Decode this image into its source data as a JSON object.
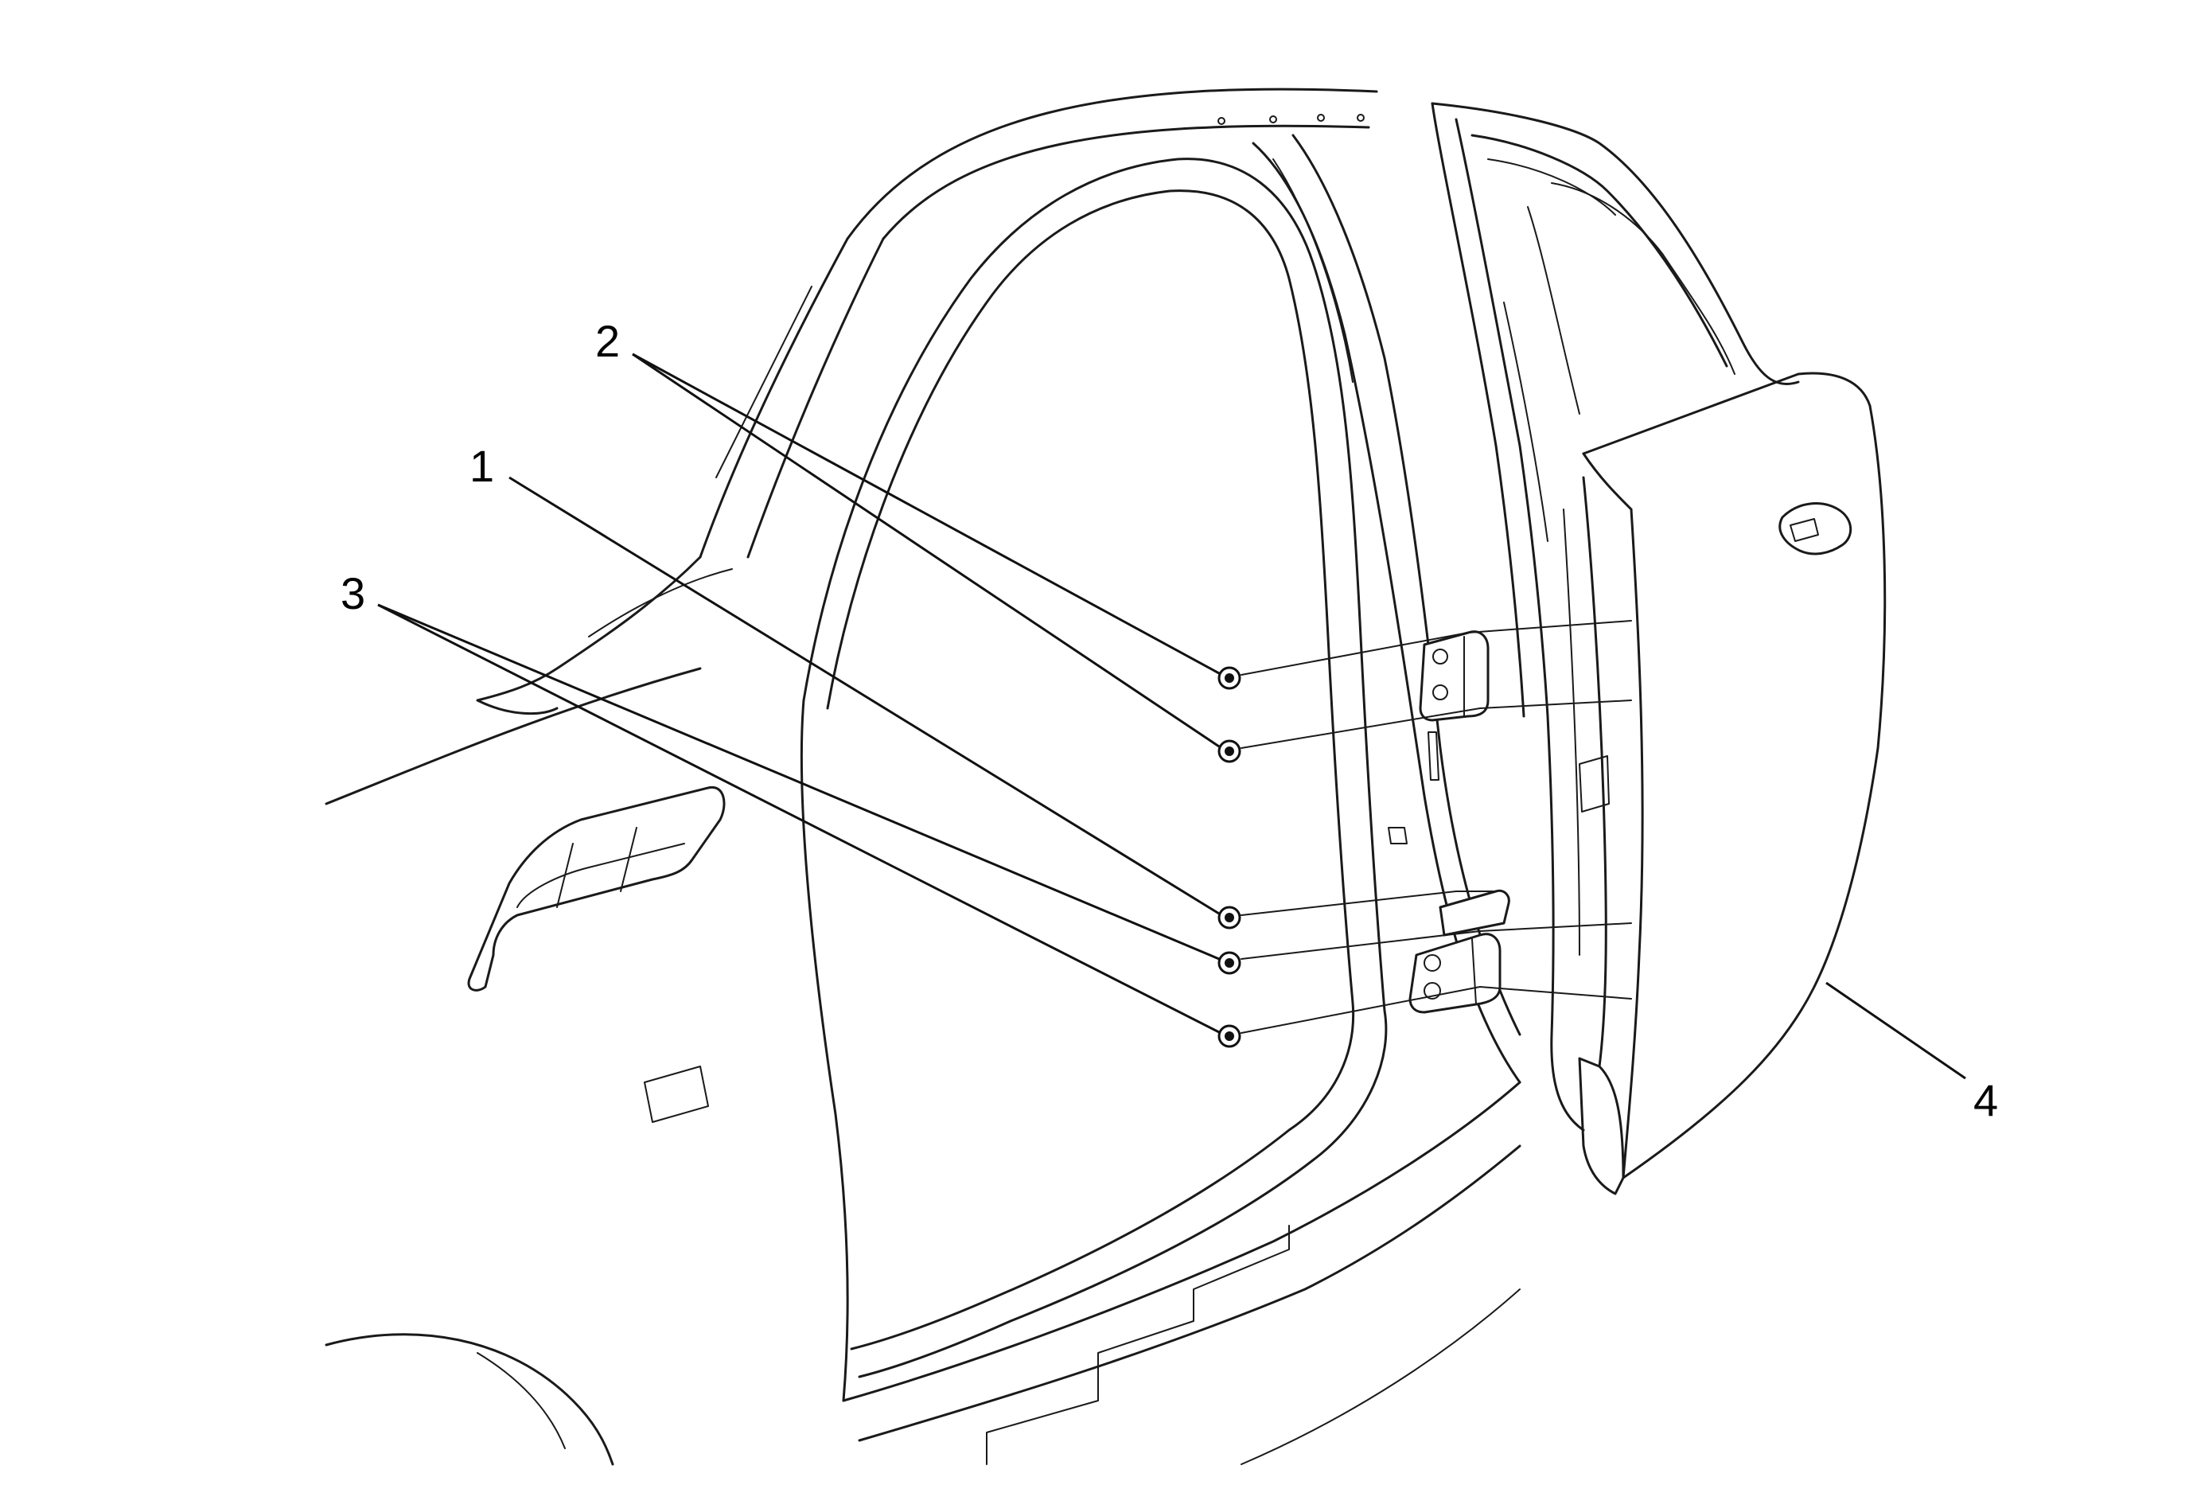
{
  "figure": {
    "description_labels": [
      {
        "id": "callout-1",
        "text": "1"
      },
      {
        "id": "callout-2",
        "text": "2"
      },
      {
        "id": "callout-3",
        "text": "3"
      },
      {
        "id": "callout-4",
        "text": "4"
      }
    ]
  },
  "colors": {
    "line": "#1a1a1a",
    "background": "#ffffff"
  }
}
